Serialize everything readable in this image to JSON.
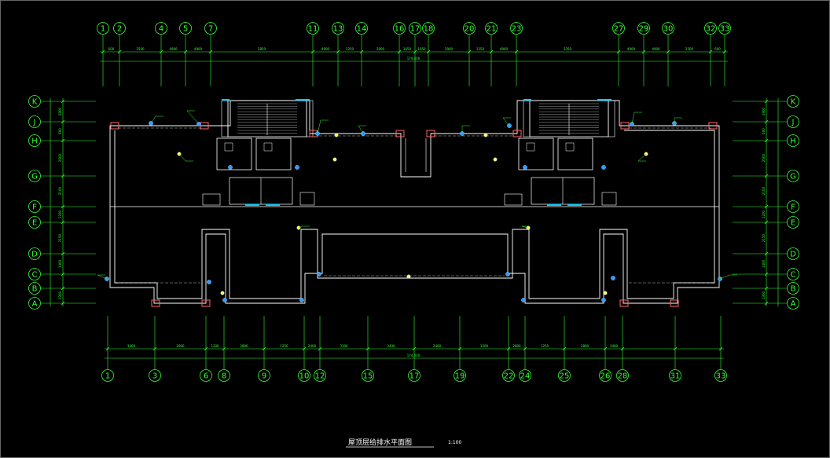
{
  "drawing": {
    "title": "屋顶层给排水平面图",
    "scale": "1:100",
    "colors": {
      "background": "#000000",
      "grid": "#33ff33",
      "wall": "#ffffff",
      "pipe_node": "#ff6666",
      "cyan_window": "#00ccff",
      "valve": "#3399ff",
      "marker": "#ffff66"
    }
  },
  "axes": {
    "top": [
      {
        "label": "1"
      },
      {
        "label": "2"
      },
      {
        "label": "4"
      },
      {
        "label": "5"
      },
      {
        "label": "7"
      },
      {
        "label": "11"
      },
      {
        "label": "13"
      },
      {
        "label": "14"
      },
      {
        "label": "16"
      },
      {
        "label": "17"
      },
      {
        "label": "18"
      },
      {
        "label": "20"
      },
      {
        "label": "21"
      },
      {
        "label": "23"
      },
      {
        "label": "27"
      },
      {
        "label": "29"
      },
      {
        "label": "30"
      },
      {
        "label": "32"
      },
      {
        "label": "33"
      }
    ],
    "bottom": [
      {
        "label": "1"
      },
      {
        "label": "3"
      },
      {
        "label": "6"
      },
      {
        "label": "8"
      },
      {
        "label": "9"
      },
      {
        "label": "10"
      },
      {
        "label": "12"
      },
      {
        "label": "15"
      },
      {
        "label": "17"
      },
      {
        "label": "19"
      },
      {
        "label": "22"
      },
      {
        "label": "24"
      },
      {
        "label": "25"
      },
      {
        "label": "26"
      },
      {
        "label": "28"
      },
      {
        "label": "31"
      },
      {
        "label": "33"
      }
    ],
    "rows": [
      {
        "label": "K"
      },
      {
        "label": "J"
      },
      {
        "label": "H"
      },
      {
        "label": "G"
      },
      {
        "label": "F"
      },
      {
        "label": "E"
      },
      {
        "label": "D"
      },
      {
        "label": "C"
      },
      {
        "label": "B"
      },
      {
        "label": "A"
      }
    ]
  },
  "dimensions": {
    "top": [
      "600",
      "2500",
      "4900",
      "4900",
      "2850",
      "4900",
      "1250",
      "2900",
      "1650",
      "1650",
      "2900",
      "1250",
      "4900",
      "3350",
      "4900",
      "4900",
      "2500",
      "600"
    ],
    "top_total": "174,400",
    "bottom": [
      "3400",
      "2900",
      "1200",
      "2800",
      "1250",
      "2400",
      "3100",
      "3400",
      "2400",
      "1200",
      "2800",
      "1250",
      "2800",
      "3400"
    ],
    "bottom_total": "174,400",
    "left": [
      "1900",
      "600",
      "2500",
      "2100",
      "1200",
      "2150",
      "1400",
      "1300"
    ],
    "right": [
      "1900",
      "600",
      "2500",
      "2100",
      "1200",
      "2150",
      "1400",
      "1300"
    ]
  }
}
